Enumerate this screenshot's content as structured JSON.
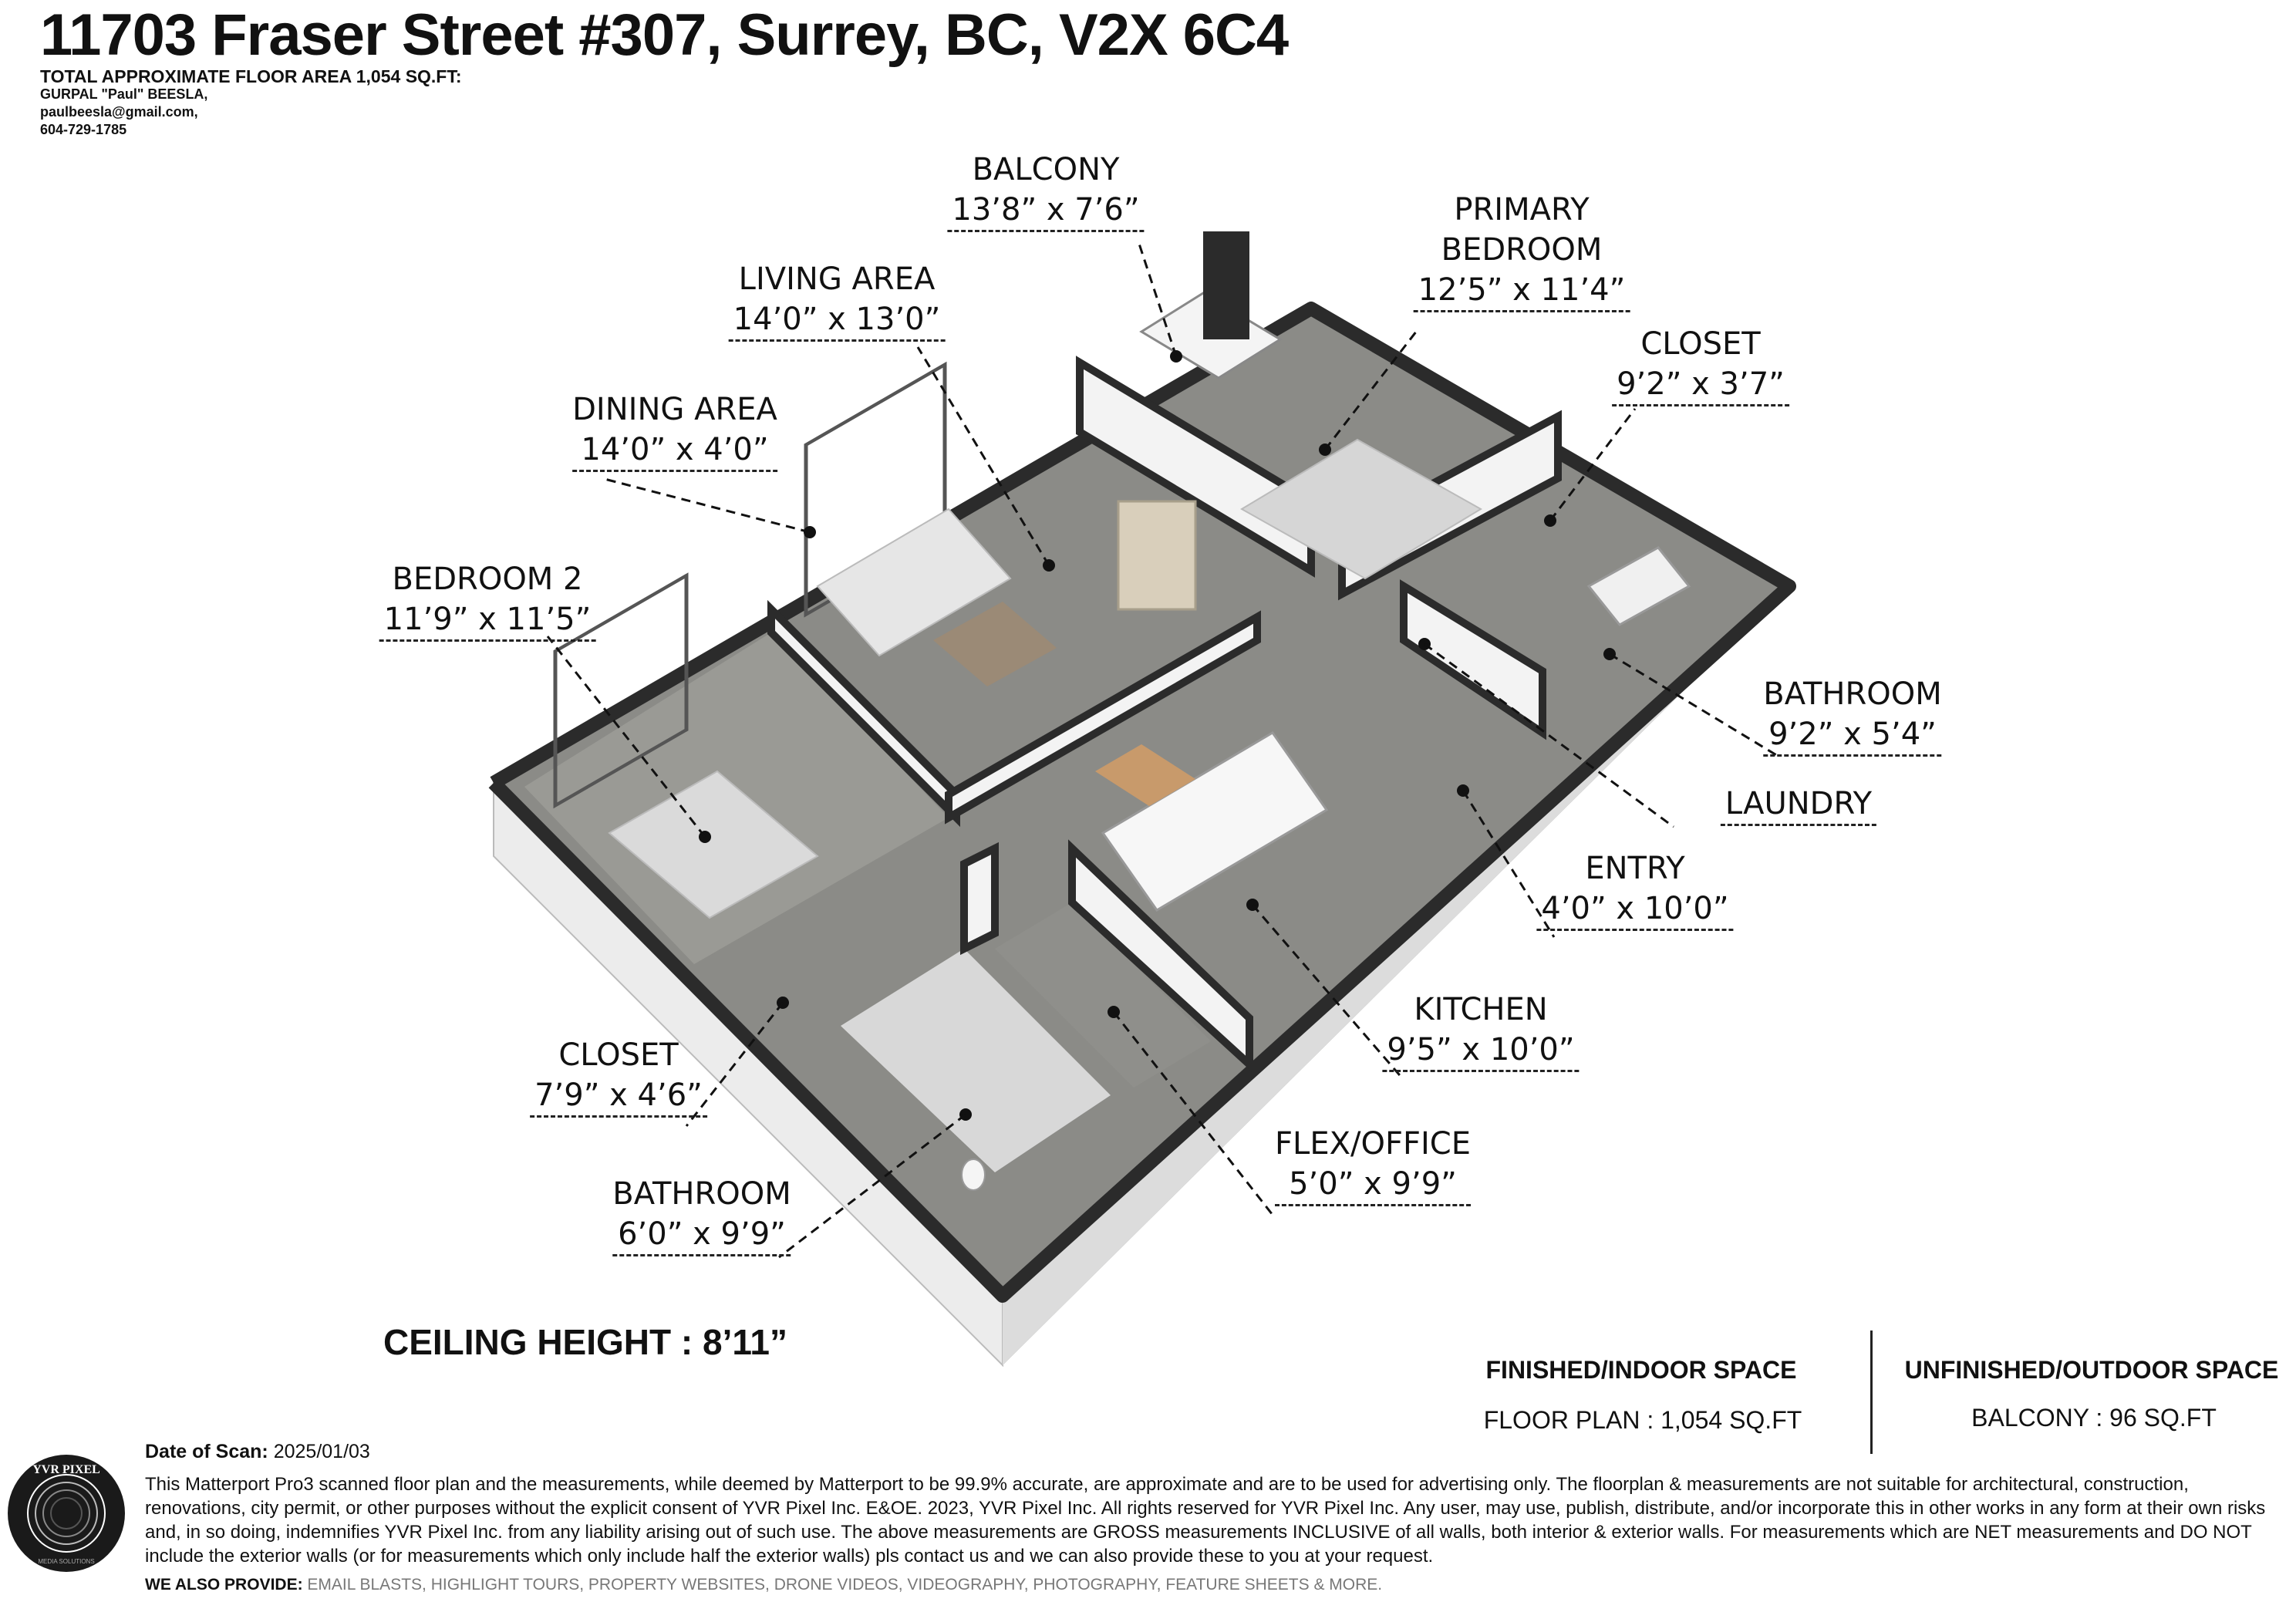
{
  "header": {
    "title": "11703 Fraser Street #307, Surrey, BC, V2X 6C4",
    "total_area": "TOTAL APPROXIMATE FLOOR AREA 1,054 SQ.FT:",
    "agent_name": "GURPAL \"Paul\" BEESLA,",
    "agent_email": "paulbeesla@gmail.com,",
    "agent_phone": "604-729-1785"
  },
  "rooms": [
    {
      "name": "BALCONY",
      "dims": "13’8” x 7’6”"
    },
    {
      "name": "LIVING AREA",
      "dims": "14’0” x 13’0”"
    },
    {
      "name": "PRIMARY",
      "name2": "BEDROOM",
      "dims": "12’5” x 11’4”"
    },
    {
      "name": "CLOSET",
      "dims": "9’2” x 3’7”"
    },
    {
      "name": "DINING AREA",
      "dims": "14’0” x 4’0”"
    },
    {
      "name": "BEDROOM 2",
      "dims": "11’9” x 11’5”"
    },
    {
      "name": "BATHROOM",
      "dims": "9’2” x 5’4”"
    },
    {
      "name": "LAUNDRY"
    },
    {
      "name": "ENTRY",
      "dims": "4’0” x 10’0”"
    },
    {
      "name": "KITCHEN",
      "dims": "9’5” x 10’0”"
    },
    {
      "name": "CLOSET",
      "dims": "7’9” x 4’6”"
    },
    {
      "name": "FLEX/OFFICE",
      "dims": "5’0” x 9’9”"
    },
    {
      "name": "BATHROOM",
      "dims": "6’0” x 9’9”"
    }
  ],
  "ceiling_height": "CEILING HEIGHT : 8’11”",
  "spaces": {
    "finished_heading": "FINISHED/INDOOR SPACE",
    "finished_value": "FLOOR PLAN  :  1,054 SQ.FT",
    "unfinished_heading": "UNFINISHED/OUTDOOR SPACE",
    "unfinished_value": "BALCONY  :  96 SQ.FT"
  },
  "footer": {
    "scan_label": "Date of Scan:",
    "scan_date": "2025/01/03",
    "disclaimer": "This Matterport Pro3 scanned floor plan and the measurements, while deemed by Matterport to be 99.9% accurate, are approximate and are to be used for advertising only. The floorplan & measurements are not suitable for architectural, construction, renovations, city permit, or other purposes without the explicit consent of YVR Pixel Inc. E&OE. 2023, YVR Pixel Inc. All rights reserved for YVR Pixel Inc. Any user, may use, publish, distribute, and/or incorporate this in other works in any form at their own risks and, in so doing, indemnifies YVR Pixel Inc. from any liability arising out of such use. The above measurements are GROSS measurements INCLUSIVE of all walls, both interior & exterior walls. For measurements which are NET measurements and DO NOT include the exterior walls (or for measurements which only include half the exterior walls) pls contact us and we can also provide these to you at your request.",
    "provide_label": "WE ALSO PROVIDE:",
    "provide_list": "EMAIL BLASTS, HIGHLIGHT TOURS, PROPERTY WEBSITES, DRONE VIDEOS, VIDEOGRAPHY, PHOTOGRAPHY, FEATURE SHEETS & MORE."
  },
  "logo": {
    "text": "YVR PIXEL",
    "subtext": "MEDIA SOLUTIONS"
  },
  "colors": {
    "floor": "#8a8a86",
    "wall_top": "#2b2b2b",
    "wall_side": "#e9e9e9",
    "accent": "#111111"
  }
}
